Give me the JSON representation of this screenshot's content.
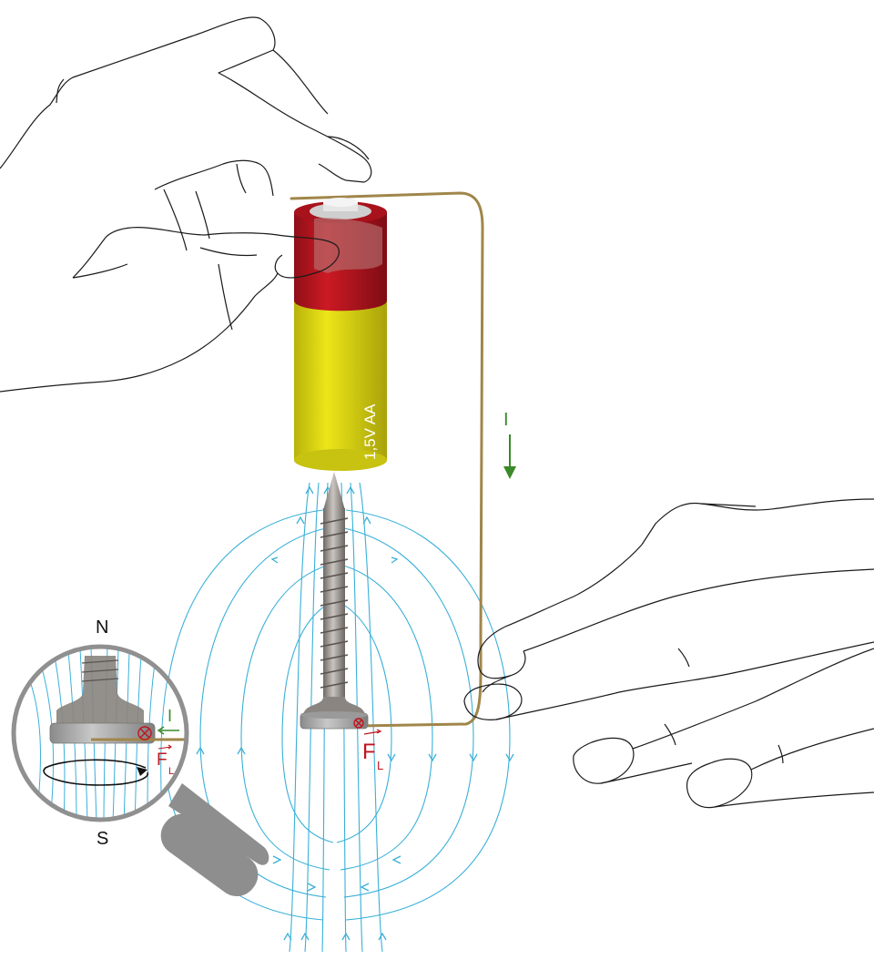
{
  "battery": {
    "label": "1,5V AA",
    "colors": {
      "cap": "#b8141e",
      "body": "#d8d214",
      "terminal": "#e6e6e6"
    }
  },
  "current": {
    "symbol": "I",
    "color": "#3a8a2a"
  },
  "force": {
    "symbol": "F",
    "subscript": "L",
    "color": "#c0141e"
  },
  "magnet_poles": {
    "north": "N",
    "south": "S"
  },
  "colors": {
    "field_lines": "#3ab0d8",
    "wire": "#a0864a",
    "screw": "#8a8580",
    "magnifier_frame": "#909090",
    "hand_outline": "#1a1a1a"
  }
}
